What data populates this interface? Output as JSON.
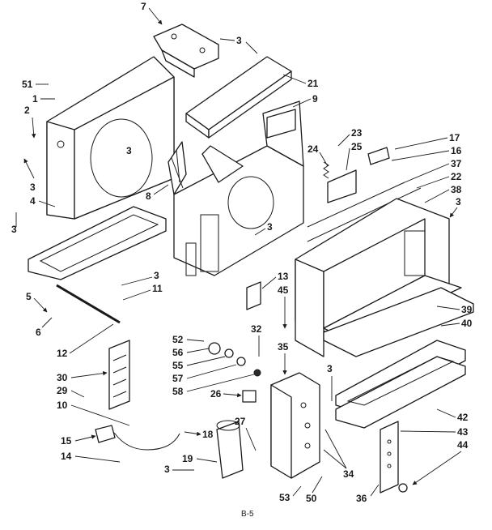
{
  "callouts": [
    "7",
    "3",
    "51",
    "1",
    "21",
    "9",
    "2",
    "3",
    "23",
    "17",
    "24",
    "25",
    "16",
    "37",
    "22",
    "38",
    "3",
    "8",
    "3",
    "4",
    "3",
    "3",
    "13",
    "45",
    "3",
    "11",
    "5",
    "39",
    "40",
    "32",
    "52",
    "56",
    "55",
    "57",
    "58",
    "35",
    "3",
    "6",
    "12",
    "30",
    "29",
    "10",
    "26",
    "27",
    "18",
    "15",
    "14",
    "19",
    "3",
    "42",
    "43",
    "44",
    "34",
    "53",
    "50",
    "36"
  ],
  "footer_label": "B-5",
  "colors": {
    "ink": "#1a1a1a",
    "paper": "#ffffff"
  }
}
